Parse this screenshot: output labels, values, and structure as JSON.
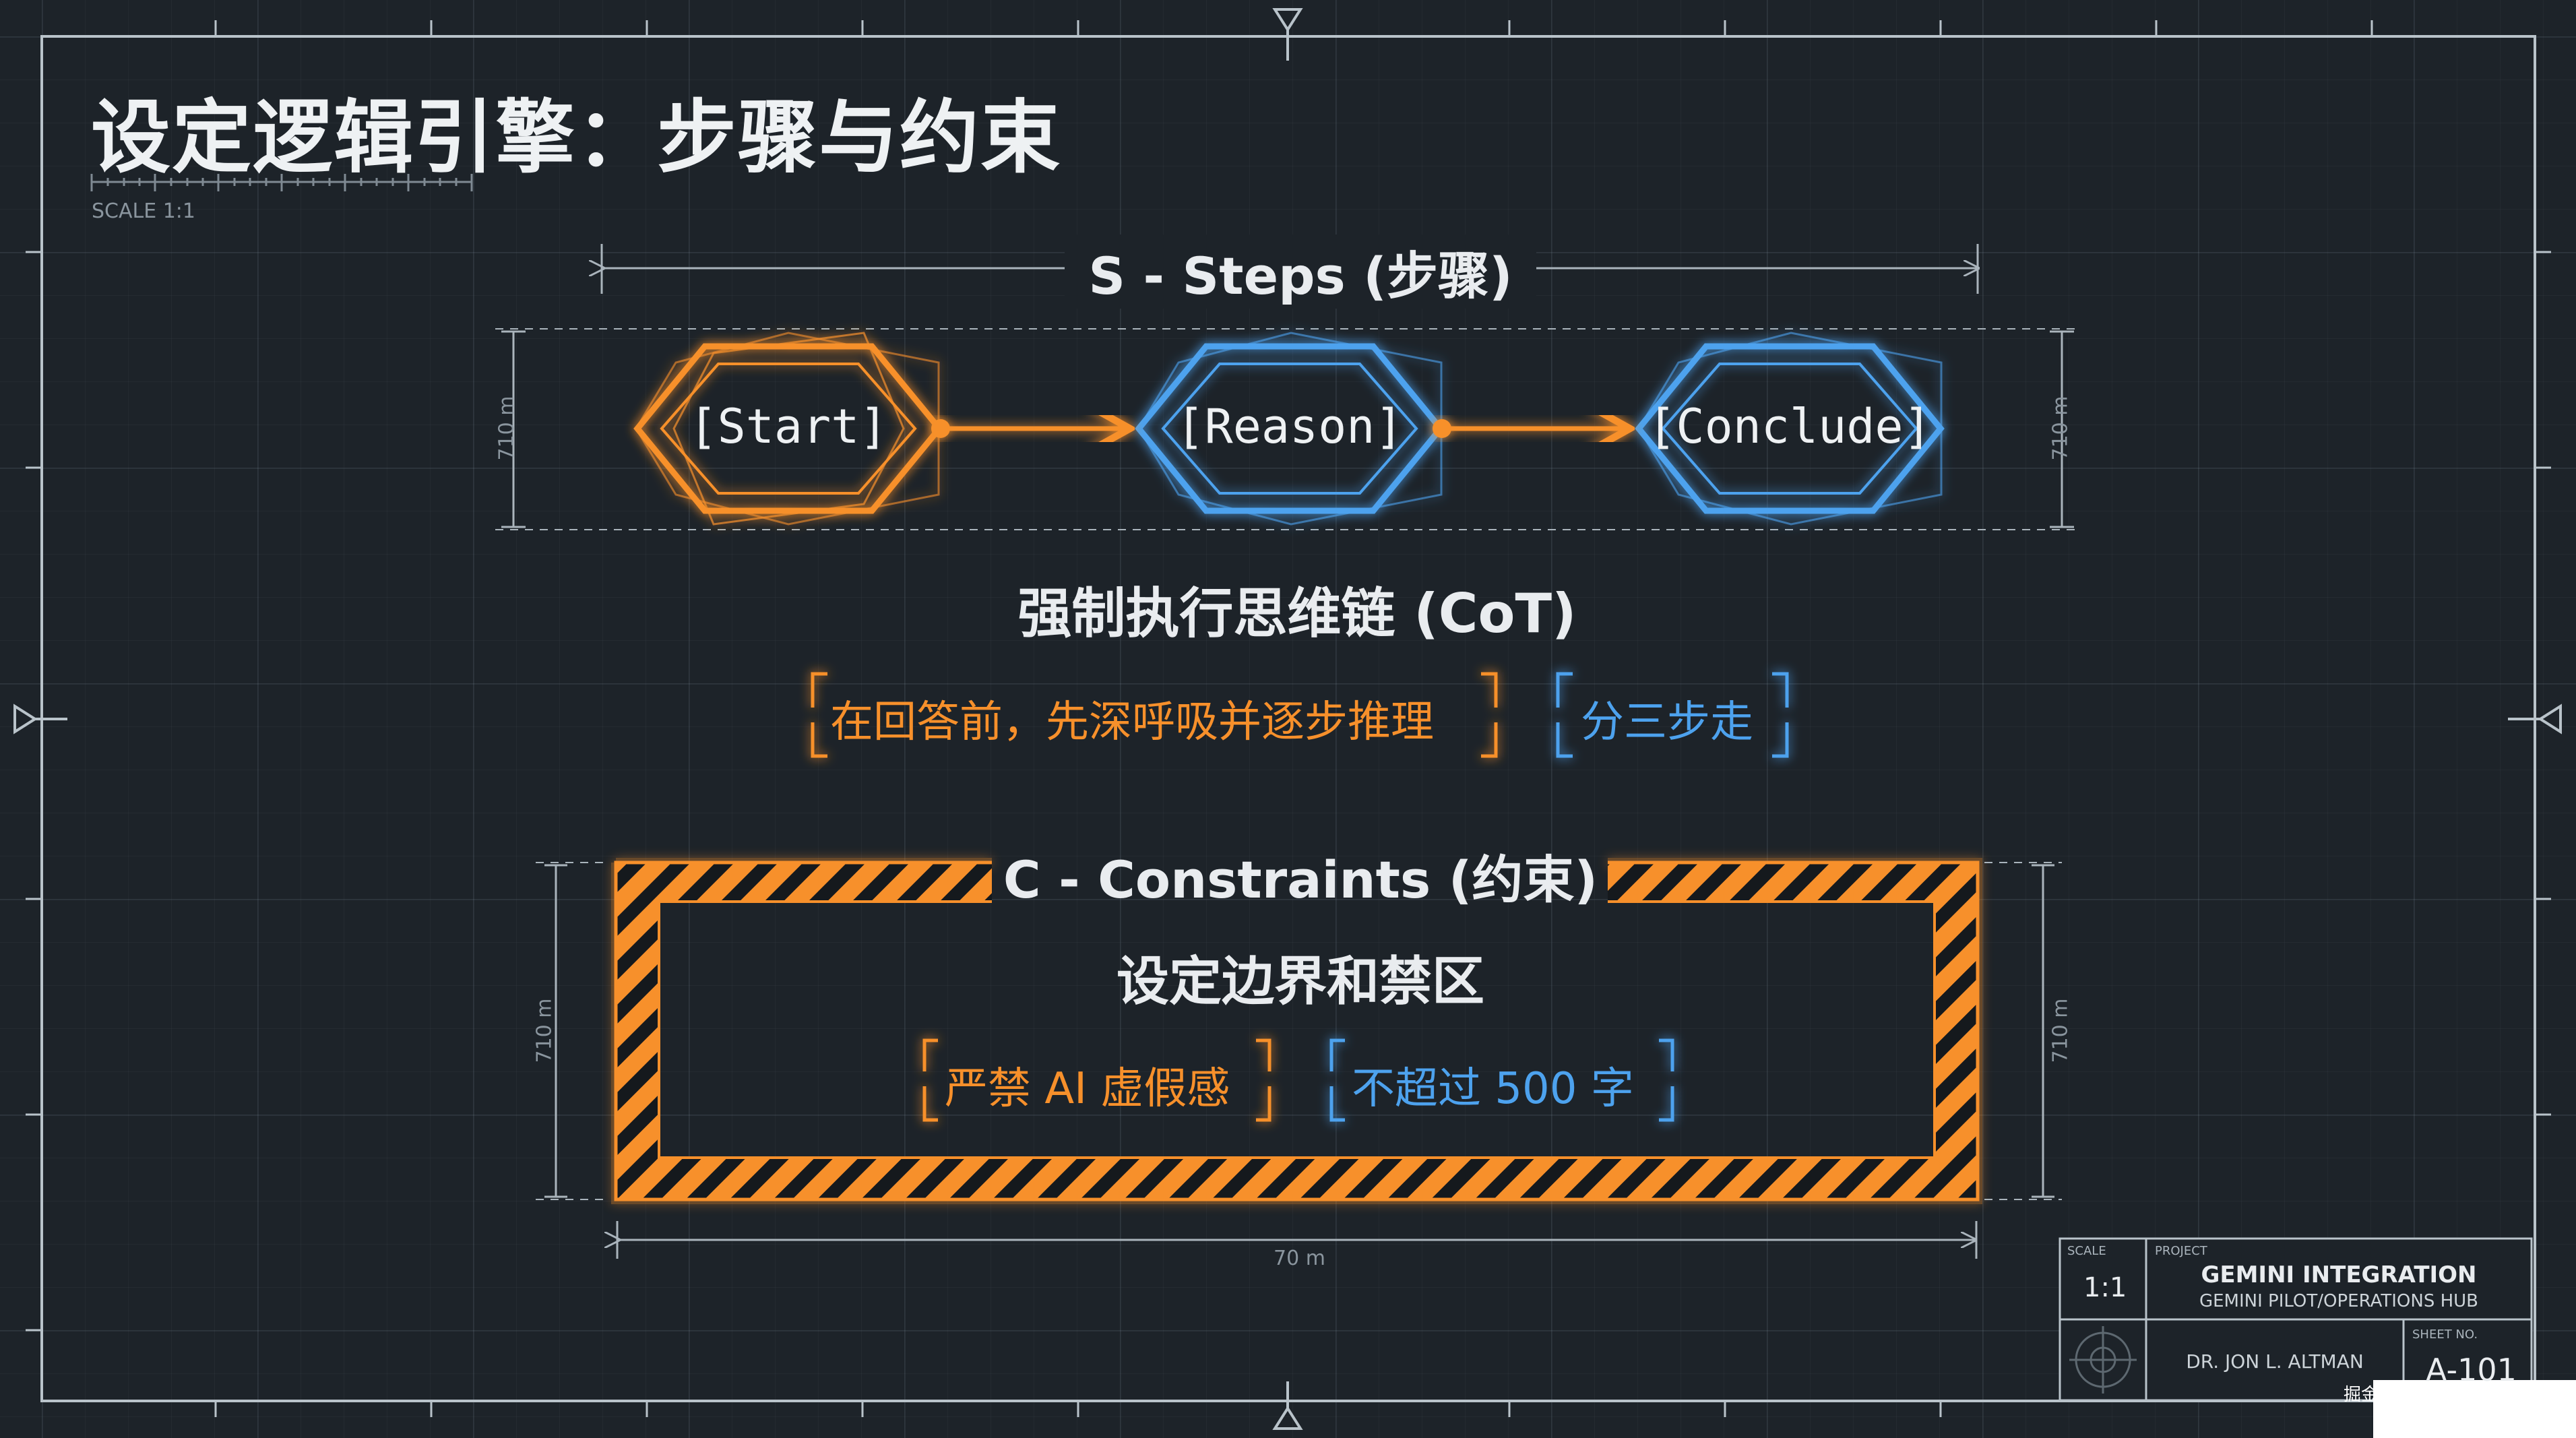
{
  "title": "设定逻辑引擎：步骤与约束",
  "scale_label": "SCALE 1:1",
  "steps": {
    "title": "S - Steps (步骤)",
    "nodes": [
      {
        "label": "[Start]",
        "color": "#f7902b"
      },
      {
        "label": "[Reason]",
        "color": "#4da2ee"
      },
      {
        "label": "[Conclude]",
        "color": "#4da2ee"
      }
    ],
    "arrow_color": "#f7902b",
    "dimension_left": "710 m",
    "dimension_right": "710 m"
  },
  "cot": {
    "title": "强制执行思维链 (CoT)",
    "quote_orange": "在回答前，先深呼吸并逐步推理",
    "quote_blue": "分三步走"
  },
  "constraints": {
    "title": "C - Constraints (约束)",
    "subtitle": "设定边界和禁区",
    "item_orange": "严禁 AI 虚假感",
    "item_blue": "不超过 500 字",
    "dimension_left": "710 m",
    "dimension_right": "710 m",
    "dimension_bottom": "70 m",
    "hazard_color": "#f7902b"
  },
  "title_block": {
    "scale_label": "SCALE",
    "scale_value": "1:1",
    "project_label": "PROJECT",
    "project_name": "GEMINI INTEGRATION",
    "project_subtitle": "GEMINI PILOT/OPERATIONS HUB",
    "author": "DR. JON L. ALTMAN",
    "sheet_label": "SHEET NO.",
    "sheet_value": "A-101"
  },
  "watermark": "掘金技术社区 @ up_dong"
}
